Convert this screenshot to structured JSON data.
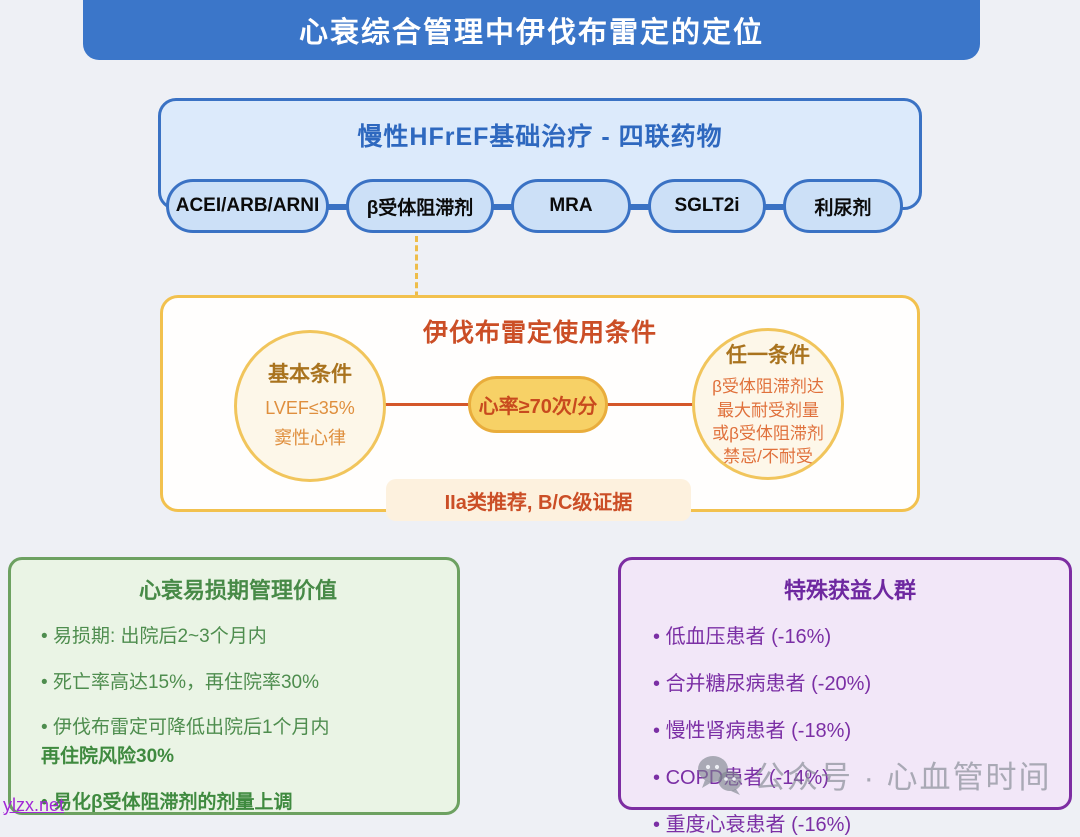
{
  "header": {
    "title": "心衰综合管理中伊伐布雷定的定位"
  },
  "base_therapy": {
    "title": "慢性HFrEF基础治疗 - 四联药物",
    "drugs": [
      "ACEI/ARB/ARNI",
      "β受体阻滞剂",
      "MRA",
      "SGLT2i",
      "利尿剂"
    ]
  },
  "usage": {
    "title": "伊伐布雷定使用条件",
    "basic_condition": {
      "title": "基本条件",
      "lines": [
        "LVEF≤35%",
        "窦性心律"
      ]
    },
    "heart_rate": "心率≥70次/分",
    "either_condition": {
      "title": "任一条件",
      "lines": [
        "β受体阻滞剂达",
        "最大耐受剂量",
        "或β受体阻滞剂",
        "禁忌/不耐受"
      ]
    },
    "recommendation": "IIa类推荐, B/C级证据"
  },
  "vulnerable_period": {
    "title": "心衰易损期管理价值",
    "bullets": [
      "易损期: 出院后2~3个月内",
      "死亡率高达15%，再住院率30%",
      "伊伐布雷定可降低出院后1个月内",
      "再住院风险30%",
      "易化β受体阻滞剂的剂量上调"
    ]
  },
  "special_groups": {
    "title": "特殊获益人群",
    "bullets": [
      "低血压患者 (-16%)",
      "合并糖尿病患者 (-20%)",
      "慢性肾病患者 (-18%)",
      "COPD患者 (-14%)",
      "重度心衰患者 (-16%)"
    ]
  },
  "watermark": {
    "wechat_label": "公众号 · 心血管时间",
    "site": "ylzx.net"
  },
  "colors": {
    "header_bg": "#3b76c9",
    "blue_border": "#3a72c4",
    "blue_fill": "#dceafb",
    "pill_fill": "#cce0f7",
    "yellow_border": "#f2c14e",
    "gold_fill": "#f7d166",
    "orange_text": "#cb4e26",
    "circle_fill": "#fdf7e9",
    "green_border": "#6da161",
    "green_text": "#4e8d4e",
    "purple_border": "#7d2da2",
    "purple_text": "#7b2fa5"
  }
}
